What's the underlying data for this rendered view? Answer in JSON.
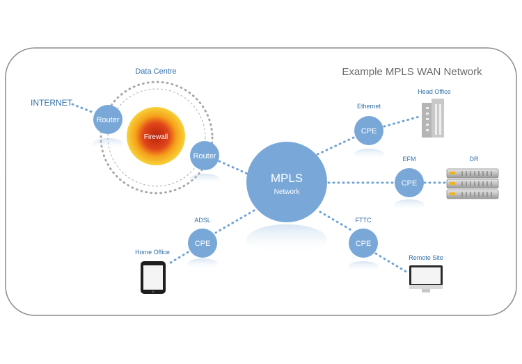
{
  "title": "Example MPLS WAN Network",
  "data_centre_label": "Data Centre",
  "internet_label": "INTERNET",
  "firewall_label": "Firewall",
  "routers": {
    "left": "Router",
    "right": "Router"
  },
  "mpls": {
    "main": "MPLS",
    "sub": "Network"
  },
  "sites": {
    "ethernet": {
      "link": "Ethernet",
      "node": "CPE",
      "site": "Head Office"
    },
    "efm": {
      "link": "EFM",
      "node": "CPE",
      "site": "DR"
    },
    "fttc": {
      "link": "FTTC",
      "node": "CPE",
      "site": "Remote Site"
    },
    "adsl": {
      "link": "ADSL",
      "node": "CPE",
      "site": "Home Office"
    }
  },
  "icons": {
    "head_office": "building-icon",
    "dr": "server-rack-icon",
    "remote_site": "monitor-icon",
    "home_office": "tablet-icon"
  },
  "colors": {
    "node_fill": "#79a8d8",
    "link": "#6fa3d6",
    "label": "#2f6ea8",
    "title": "#666666",
    "border": "#888888",
    "firewall_core": "#d63a10",
    "firewall_ring": "#f4b318"
  }
}
